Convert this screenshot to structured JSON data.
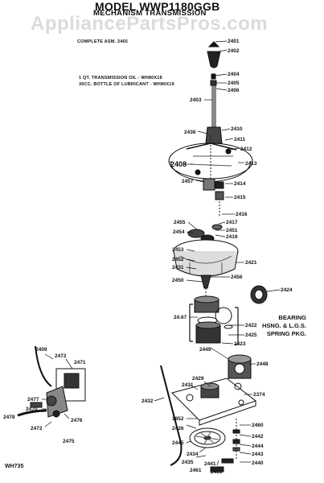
{
  "header": {
    "title": "MODEL WWP1180GGB",
    "subtitle": "MECHANISM TRANSMISSION",
    "watermark": "AppliancePartsPros.com"
  },
  "notes": {
    "complete_asm": "COMPLETE ASM. 2465",
    "transmission_oil": "1 QT. TRANSMISSION OIL - WH80X18",
    "lubricant": "30CC. BOTTLE OF LUBRICANT - WH80X19"
  },
  "bearing_label": {
    "line1": "BEARING",
    "line2": "HSNG. & L.G.S.",
    "line3": "SPRING PKG."
  },
  "footer_code": "WH735",
  "part_numbers": [
    {
      "id": "p2401",
      "text": "2401"
    },
    {
      "id": "p2402",
      "text": "2402"
    },
    {
      "id": "p2404",
      "text": "2404"
    },
    {
      "id": "p2405",
      "text": "2405"
    },
    {
      "id": "p2406",
      "text": "2406"
    },
    {
      "id": "p2403",
      "text": "2403"
    },
    {
      "id": "p2436",
      "text": "2436"
    },
    {
      "id": "p2410",
      "text": "2410"
    },
    {
      "id": "p2411",
      "text": "2411"
    },
    {
      "id": "p2412",
      "text": "2412"
    },
    {
      "id": "p2408",
      "text": "2408"
    },
    {
      "id": "p2413",
      "text": "2413"
    },
    {
      "id": "p2457",
      "text": "2457"
    },
    {
      "id": "p2414",
      "text": "2414"
    },
    {
      "id": "p2415",
      "text": "2415"
    },
    {
      "id": "p2416",
      "text": "2416"
    },
    {
      "id": "p2455",
      "text": "2455"
    },
    {
      "id": "p2417",
      "text": "2417"
    },
    {
      "id": "p2454",
      "text": "2454"
    },
    {
      "id": "p2451",
      "text": "2451"
    },
    {
      "id": "p2419",
      "text": "2419"
    },
    {
      "id": "p2453",
      "text": "2453"
    },
    {
      "id": "p2452",
      "text": "2452"
    },
    {
      "id": "p2421",
      "text": "2421"
    },
    {
      "id": "p2431",
      "text": "2431"
    },
    {
      "id": "p2456",
      "text": "2456"
    },
    {
      "id": "p2450",
      "text": "2450"
    },
    {
      "id": "p2424",
      "text": "2424"
    },
    {
      "id": "p2467",
      "text": "24.67"
    },
    {
      "id": "p2422",
      "text": "2422"
    },
    {
      "id": "p2425",
      "text": "2425"
    },
    {
      "id": "p2423",
      "text": "2423"
    },
    {
      "id": "p2449",
      "text": "2449"
    },
    {
      "id": "p2409",
      "text": "2409"
    },
    {
      "id": "p2472a",
      "text": "2472"
    },
    {
      "id": "p2471",
      "text": "2471"
    },
    {
      "id": "p2448",
      "text": "2448"
    },
    {
      "id": "p2429",
      "text": "2429"
    },
    {
      "id": "p2431b",
      "text": "2431"
    },
    {
      "id": "p2374",
      "text": "2374"
    },
    {
      "id": "p2432",
      "text": "2432"
    },
    {
      "id": "p2477",
      "text": "2477"
    },
    {
      "id": "p2470",
      "text": "2470"
    },
    {
      "id": "p2478",
      "text": "2478"
    },
    {
      "id": "p2476",
      "text": "2476"
    },
    {
      "id": "p2472b",
      "text": "2472"
    },
    {
      "id": "p1852",
      "text": "1852"
    },
    {
      "id": "p2426",
      "text": "2426"
    },
    {
      "id": "p2460",
      "text": "2460"
    },
    {
      "id": "p2442",
      "text": "2442"
    },
    {
      "id": "p2444",
      "text": "2444"
    },
    {
      "id": "p2445",
      "text": "2445"
    },
    {
      "id": "p2434",
      "text": "2434"
    },
    {
      "id": "p2443",
      "text": "2443"
    },
    {
      "id": "p2435",
      "text": "2435"
    },
    {
      "id": "p2441",
      "text": "2441"
    },
    {
      "id": "p2440",
      "text": "2440"
    },
    {
      "id": "p2461",
      "text": "2461"
    },
    {
      "id": "p2433",
      "text": "2433"
    },
    {
      "id": "p2475",
      "text": "2475"
    }
  ]
}
